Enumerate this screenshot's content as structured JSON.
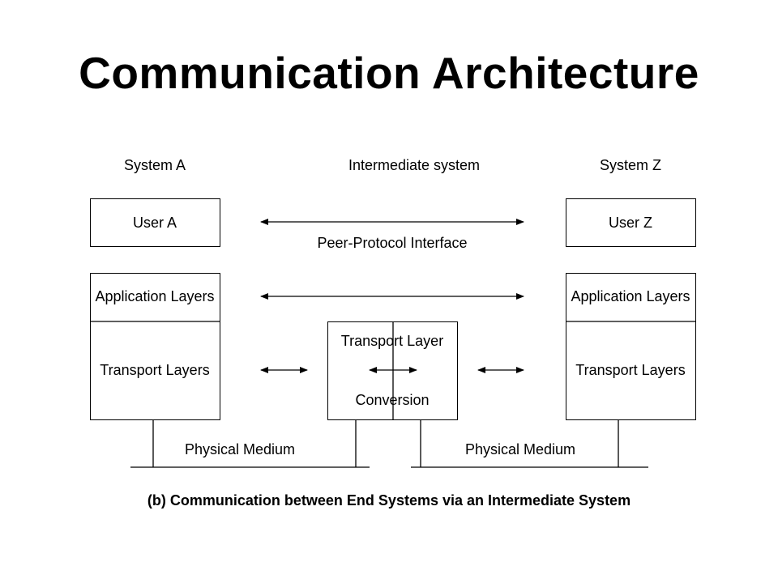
{
  "title": "Communication Architecture",
  "headers": {
    "system_a": "System A",
    "intermediate": "Intermediate system",
    "system_z": "System Z"
  },
  "system_a": {
    "user": "User A",
    "application": "Application Layers",
    "transport": "Transport Layers"
  },
  "system_z": {
    "user": "User Z",
    "application": "Application Layers",
    "transport": "Transport Layers"
  },
  "intermediate": {
    "transport": "Transport Layer",
    "conversion": "Conversion"
  },
  "peer_protocol_label": "Peer-Protocol Interface",
  "physical_medium_left": "Physical Medium",
  "physical_medium_right": "Physical Medium",
  "caption": "(b) Communication between End Systems via an Intermediate System"
}
